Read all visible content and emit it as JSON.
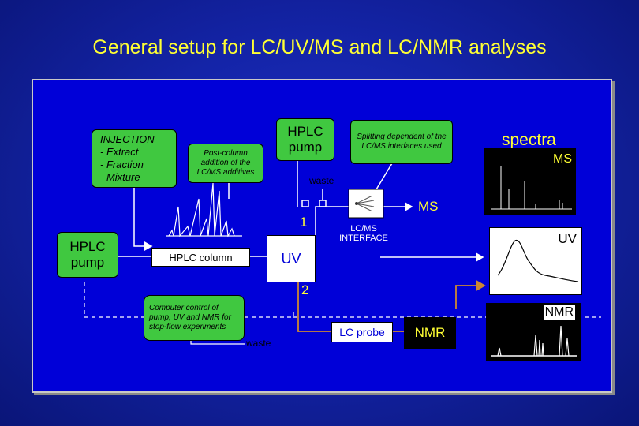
{
  "title": "General setup for LC/UV/MS and LC/NMR analyses",
  "injection": {
    "heading": "INJECTION",
    "items": [
      "- Extract",
      "- Fraction",
      "- Mixture"
    ]
  },
  "post_column": "Post-column addition of the LC/MS additives",
  "hplc_pump_top": "HPLC pump",
  "hplc_pump_left": "HPLC pump",
  "splitting": "Splitting dependent of the LC/MS interfaces used",
  "spectra_title": "spectra",
  "ms_spectrum_label": "MS",
  "waste_top": "waste",
  "ms_label": "MS",
  "split_1": "1",
  "split_2": "2",
  "lcms_interface": "LC/MS INTERFACE",
  "hplc_column": "HPLC column",
  "uv_label": "UV",
  "uv_spectrum_label": "UV",
  "computer_control": "Computer control of pump, UV and NMR for stop-flow experiments",
  "waste_bottom": "waste",
  "lc_probe": "LC probe",
  "nmr_label": "NMR",
  "nmr_spectrum_label": "NMR",
  "colors": {
    "accent": "#ffff33",
    "green": "#40c840",
    "panel": "#0000d8",
    "line": "#cc8833"
  }
}
